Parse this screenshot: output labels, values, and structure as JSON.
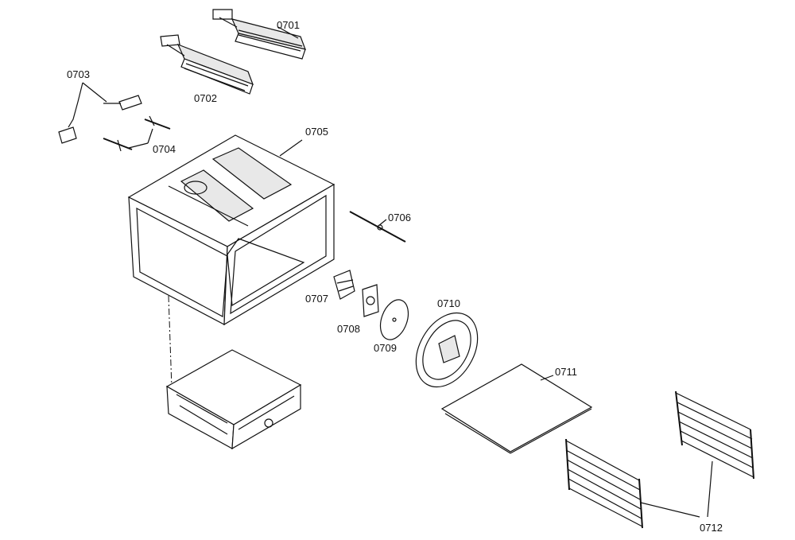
{
  "diagram": {
    "parts": [
      {
        "id": "p0701",
        "number": "0701"
      },
      {
        "id": "p0702",
        "number": "0702"
      },
      {
        "id": "p0703",
        "number": "0703"
      },
      {
        "id": "p0704",
        "number": "0704"
      },
      {
        "id": "p0705",
        "number": "0705"
      },
      {
        "id": "p0706",
        "number": "0706"
      },
      {
        "id": "p0707",
        "number": "0707"
      },
      {
        "id": "p0708",
        "number": "0708"
      },
      {
        "id": "p0709",
        "number": "0709"
      },
      {
        "id": "p0710",
        "number": "0710"
      },
      {
        "id": "p0711",
        "number": "0711"
      },
      {
        "id": "p0712",
        "number": "0712"
      }
    ]
  }
}
